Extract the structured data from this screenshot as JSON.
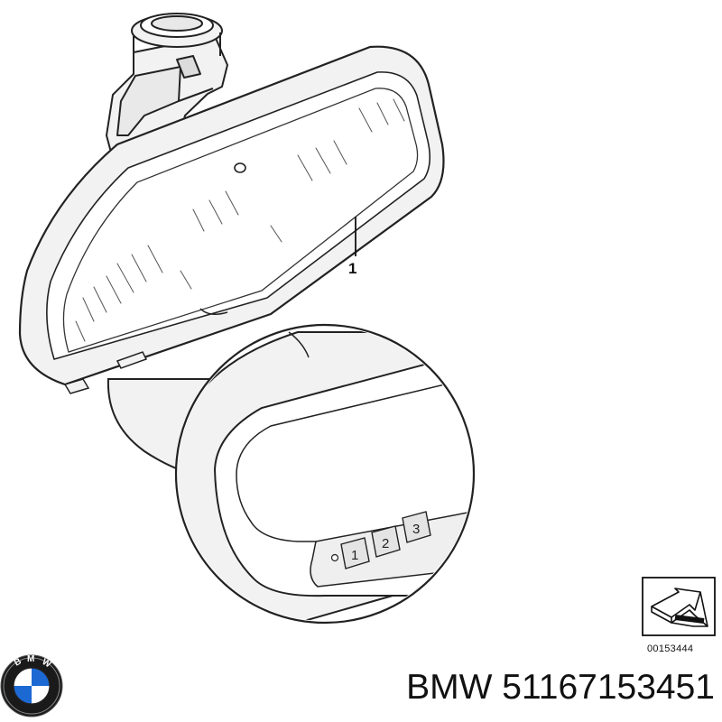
{
  "diagram": {
    "callout_label": "1",
    "detail_buttons": [
      "1",
      "2",
      "3"
    ],
    "reference_number": "00153444"
  },
  "caption": {
    "brand": "BMW",
    "part_number": "51167153451",
    "full_text": "BMW 51167153451"
  },
  "logo": {
    "name": "bmw-roundel-icon",
    "letters": "BMW",
    "colors": {
      "blue": "#1c69d4",
      "white": "#ffffff",
      "ring": "#111111"
    }
  },
  "colors": {
    "line": "#222222",
    "fill": "#f2f2f2",
    "background": "#ffffff"
  }
}
